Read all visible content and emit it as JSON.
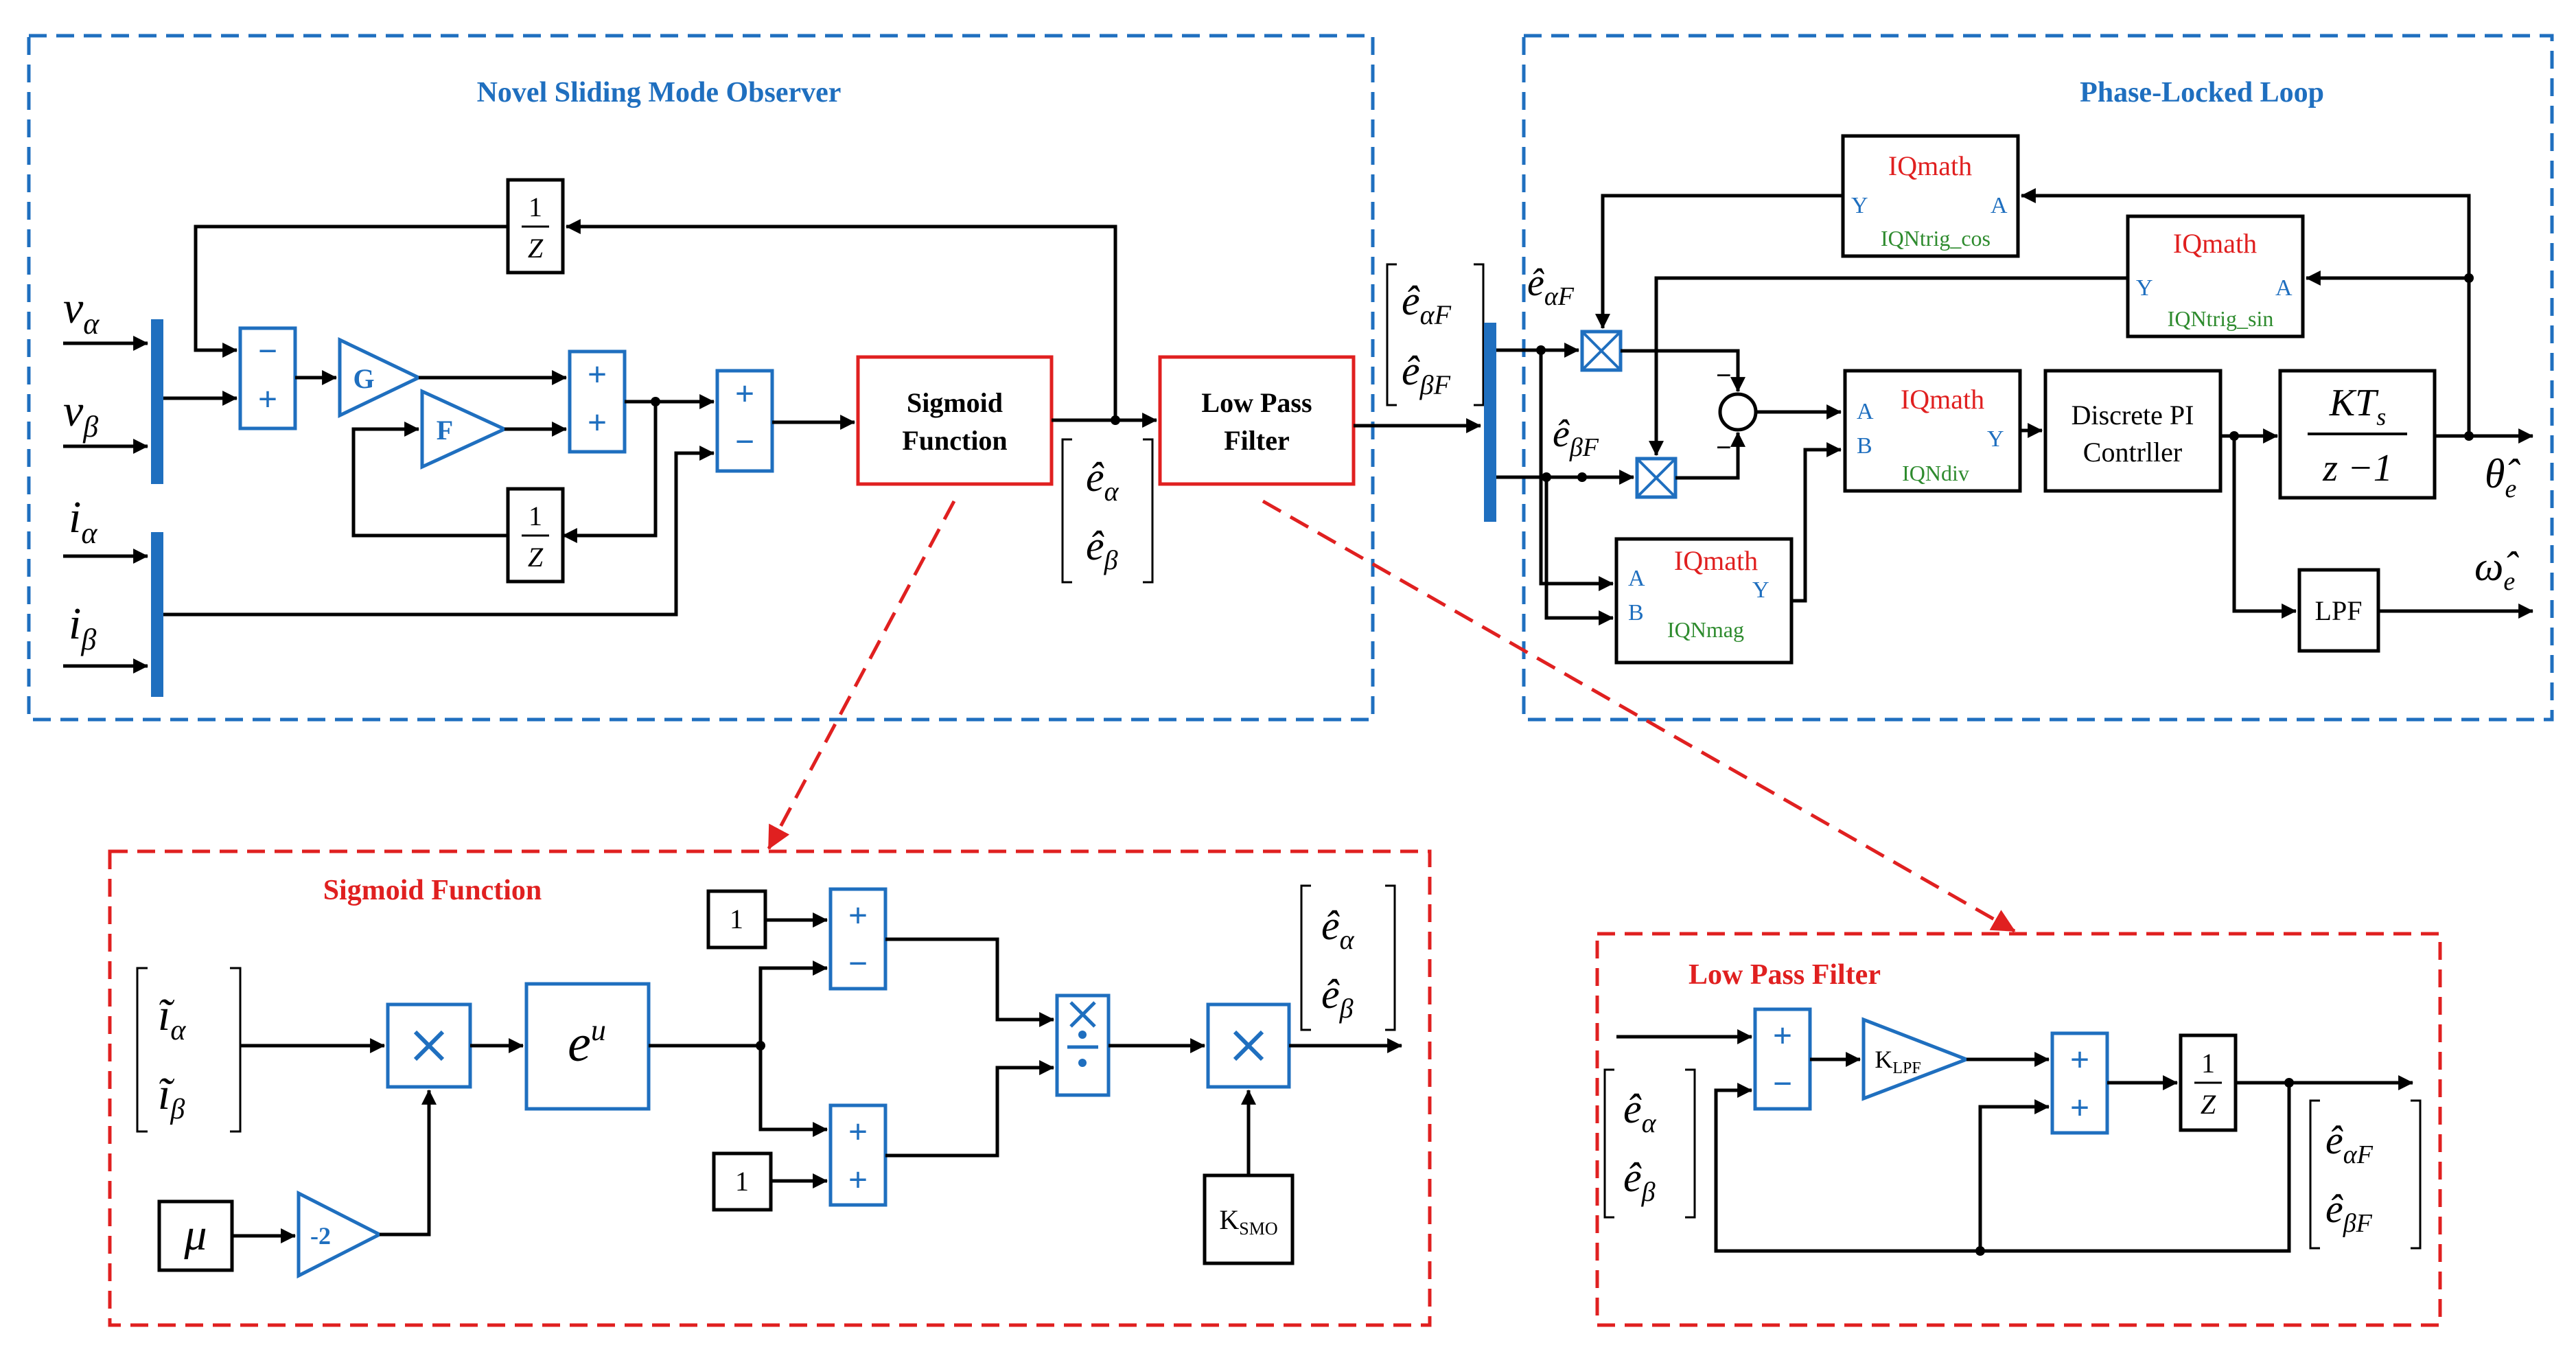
{
  "colors": {
    "blue": "#1f6fbf",
    "red": "#e02020",
    "green": "#2e8b2e",
    "black": "#000000"
  },
  "regions": {
    "smo": {
      "title": "Novel Sliding Mode Observer"
    },
    "pll": {
      "title": "Phase-Locked Loop"
    },
    "sigmoid": {
      "title": "Sigmoid Function"
    },
    "lpf": {
      "title": "Low Pass Filter"
    }
  },
  "smo": {
    "inputs": {
      "v": "v",
      "i": "i",
      "sub_alpha": "α",
      "sub_beta": "β"
    },
    "sum1": {
      "top": "−",
      "bottom": "+"
    },
    "gain_g": "G",
    "gain_f": "F",
    "delay_top": {
      "num": "1",
      "den": "Z"
    },
    "delay_mid": {
      "num": "1",
      "den": "Z"
    },
    "sum2": {
      "top": "+",
      "bottom": "+"
    },
    "sum3": {
      "top": "+",
      "bottom": "−"
    },
    "sigmoid_block": {
      "line1": "Sigmoid",
      "line2": "Function"
    },
    "lpf_block": {
      "line1": "Low Pass",
      "line2": "Filter"
    },
    "e_vector": {
      "symbol": "ê",
      "sub_alpha": "α",
      "sub_beta": "β"
    },
    "ef_vector": {
      "symbol": "ê",
      "sub_alphaF": "αF",
      "sub_betaF": "βF"
    }
  },
  "pll": {
    "iq_title": "IQmath",
    "cos_block": {
      "name": "IQNtrig_cos",
      "port_in": "A",
      "port_out": "Y"
    },
    "sin_block": {
      "name": "IQNtrig_sin",
      "port_in": "A",
      "port_out": "Y"
    },
    "div_block": {
      "name": "IQNdiv",
      "port_a": "A",
      "port_b": "B",
      "port_out": "Y"
    },
    "mag_block": {
      "name": "IQNmag",
      "port_a": "A",
      "port_b": "B",
      "port_out": "Y"
    },
    "pi_block": {
      "line1": "Discrete PI",
      "line2": "Contrller"
    },
    "integrator": {
      "num_k": "KT",
      "num_sub": "s",
      "den": "z −1"
    },
    "lpf_small": "LPF",
    "sum_signs": {
      "top": "−",
      "bottom": "−"
    },
    "in_alphaF": {
      "symbol": "ê",
      "sub": "αF"
    },
    "in_betaF": {
      "symbol": "ê",
      "sub": "βF"
    },
    "out_theta": {
      "symbol": "θ̂",
      "sub": "e"
    },
    "out_omega": {
      "symbol": "ω̂",
      "sub": "e"
    }
  },
  "sigmoid_detail": {
    "input": {
      "symbol": "ĩ",
      "sub_alpha": "α",
      "sub_beta": "β"
    },
    "mu": "μ",
    "gain_neg2": "-2",
    "exp_base": "e",
    "exp_power": "u",
    "const1": "1",
    "const2": "1",
    "sum_a": {
      "top": "+",
      "bottom": "−"
    },
    "sum_b": {
      "top": "+",
      "bottom": "+"
    },
    "ksmo": {
      "base": "K",
      "sub": "SMO"
    },
    "output": {
      "symbol": "ê",
      "sub_alpha": "α",
      "sub_beta": "β"
    }
  },
  "lpf_detail": {
    "sum_a": {
      "top": "+",
      "bottom": "−"
    },
    "sum_b": {
      "top": "+",
      "bottom": "+"
    },
    "gain": {
      "base": "K",
      "sub": "LPF"
    },
    "delay": {
      "num": "1",
      "den": "Z"
    },
    "input": {
      "symbol": "ê",
      "sub_alpha": "α",
      "sub_beta": "β"
    },
    "output": {
      "symbol": "ê",
      "sub_alphaF": "αF",
      "sub_betaF": "βF"
    }
  }
}
